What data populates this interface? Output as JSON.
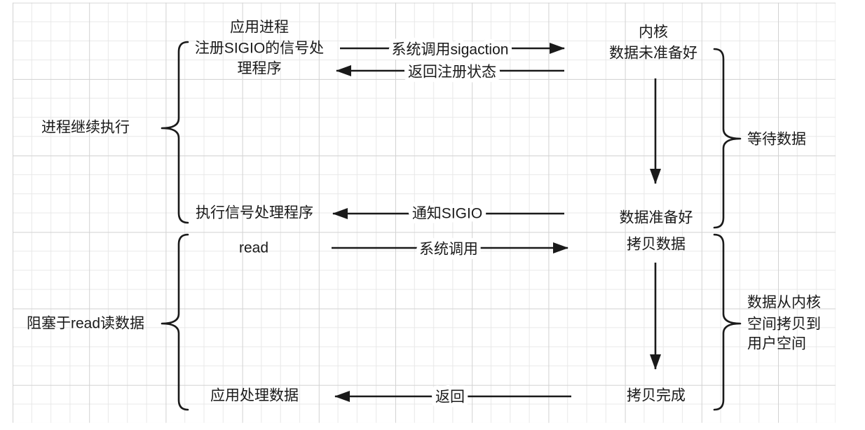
{
  "diagram": {
    "process": {
      "title": "应用进程",
      "register_line1": "注册SIGIO的信号处",
      "register_line2": "理程序",
      "exec_handler": "执行信号处理程序",
      "read": "read",
      "handle_data": "应用处理数据"
    },
    "kernel": {
      "title": "内核",
      "not_ready": "数据未准备好",
      "ready": "数据准备好",
      "copy": "拷贝数据",
      "copy_done": "拷贝完成"
    },
    "messages": {
      "sigaction": "系统调用sigaction",
      "register_return": "返回注册状态",
      "notify": "通知SIGIO",
      "syscall": "系统调用",
      "return": "返回"
    },
    "phases": {
      "process_continues": "进程继续执行",
      "blocked_read": "阻塞于read读数据",
      "wait_data": "等待数据",
      "copy_lines": [
        "数据从内核",
        "空间拷贝到",
        "用户空间"
      ]
    }
  },
  "colors": {
    "ink": "#1a1a1a",
    "grid_minor": "#e8e8e8",
    "grid_major": "#d2d2d2",
    "background": "#ffffff"
  }
}
